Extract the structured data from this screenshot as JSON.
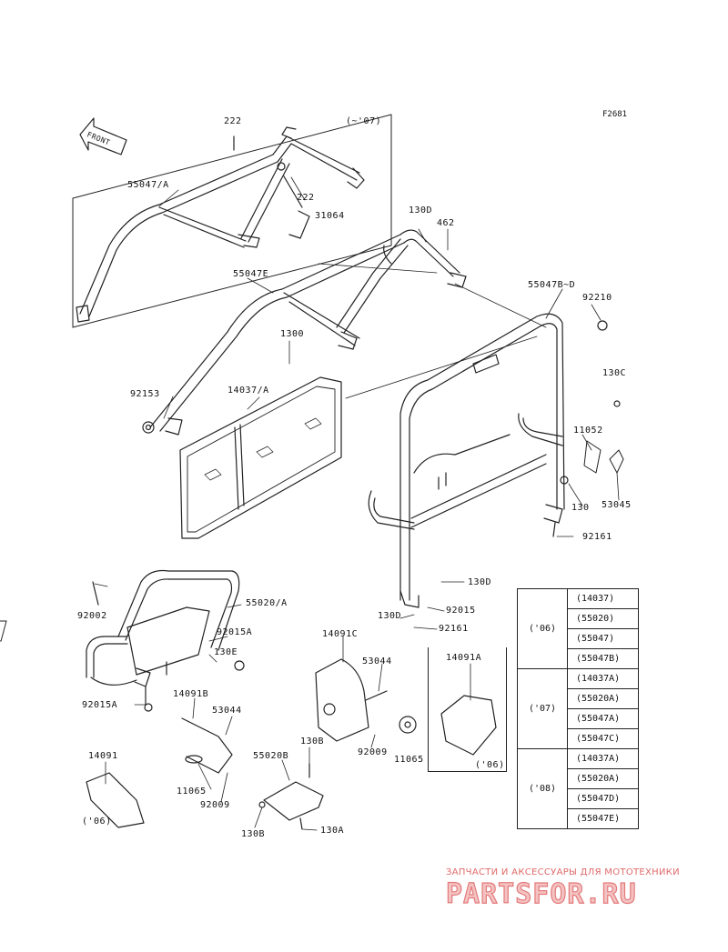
{
  "figure_code": "F2681",
  "front_label": "FRONT",
  "callouts": [
    {
      "id": "c222a",
      "text": "222"
    },
    {
      "id": "c07",
      "text": "(~'07)"
    },
    {
      "id": "c55047a",
      "text": "55047/A"
    },
    {
      "id": "c222b",
      "text": "222"
    },
    {
      "id": "c31064",
      "text": "31064"
    },
    {
      "id": "c130d_t",
      "text": "130D"
    },
    {
      "id": "c462",
      "text": "462"
    },
    {
      "id": "c55047e",
      "text": "55047E"
    },
    {
      "id": "c55047b",
      "text": "55047B~D"
    },
    {
      "id": "c92210",
      "text": "92210"
    },
    {
      "id": "c1300",
      "text": "1300"
    },
    {
      "id": "c130c",
      "text": "130C"
    },
    {
      "id": "c92153",
      "text": "92153"
    },
    {
      "id": "c14037a",
      "text": "14037/A"
    },
    {
      "id": "c11052",
      "text": "11052"
    },
    {
      "id": "c130",
      "text": "130"
    },
    {
      "id": "c53045",
      "text": "53045"
    },
    {
      "id": "c92161a",
      "text": "92161"
    },
    {
      "id": "c130d_m",
      "text": "130D"
    },
    {
      "id": "c92002",
      "text": "92002"
    },
    {
      "id": "c55020a",
      "text": "55020/A"
    },
    {
      "id": "c130d_l",
      "text": "130D"
    },
    {
      "id": "c92015",
      "text": "92015"
    },
    {
      "id": "c92161b",
      "text": "92161"
    },
    {
      "id": "c92015a_t",
      "text": "92015A"
    },
    {
      "id": "c14091c",
      "text": "14091C"
    },
    {
      "id": "c14091a",
      "text": "14091A"
    },
    {
      "id": "c130e",
      "text": "130E"
    },
    {
      "id": "c53044a",
      "text": "53044"
    },
    {
      "id": "c92015a_b",
      "text": "92015A"
    },
    {
      "id": "c14091b",
      "text": "14091B"
    },
    {
      "id": "c53044b",
      "text": "53044"
    },
    {
      "id": "c92009a",
      "text": "92009"
    },
    {
      "id": "c11065a",
      "text": "11065"
    },
    {
      "id": "c06a",
      "text": "('06)"
    },
    {
      "id": "c14091",
      "text": "14091"
    },
    {
      "id": "c130b_t",
      "text": "130B"
    },
    {
      "id": "c55020b",
      "text": "55020B"
    },
    {
      "id": "c11065b",
      "text": "11065"
    },
    {
      "id": "c92009b",
      "text": "92009"
    },
    {
      "id": "c06b",
      "text": "('06)"
    },
    {
      "id": "c130b_b",
      "text": "130B"
    },
    {
      "id": "c130a",
      "text": "130A"
    }
  ],
  "legend": [
    {
      "year": "('06)",
      "parts": [
        "(14037)",
        "(55020)",
        "(55047)",
        "(55047B)"
      ]
    },
    {
      "year": "('07)",
      "parts": [
        "(14037A)",
        "(55020A)",
        "(55047A)",
        "(55047C)"
      ]
    },
    {
      "year": "('08)",
      "parts": [
        "(14037A)",
        "(55020A)",
        "(55047D)",
        "(55047E)"
      ]
    }
  ],
  "watermark": {
    "caption": "ЗАПЧАСТИ И АКСЕССУАРЫ ДЛЯ МОТОТЕХНИКИ",
    "logo": "PARTSFOR.RU"
  }
}
